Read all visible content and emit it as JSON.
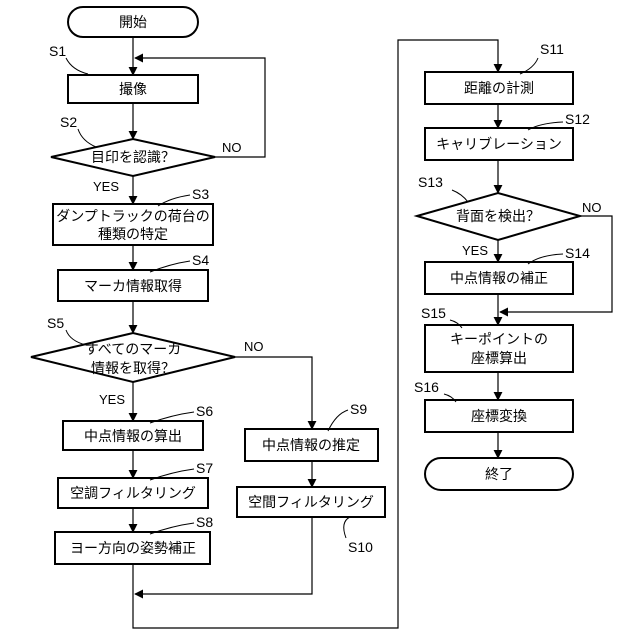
{
  "flowchart": {
    "start": "開始",
    "s1": "撮像",
    "s2": "目印を認識？",
    "s3_line1": "ダンプトラックの荷台の",
    "s3_line2": "種類の特定",
    "s4": "マーカ情報取得",
    "s5_line1": "すべてのマーカ",
    "s5_line2": "情報を取得？",
    "s6": "中点情報の算出",
    "s7": "空調フィルタリング",
    "s8": "ヨー方向の姿勢補正",
    "s9": "中点情報の推定",
    "s10": "空間フィルタリング",
    "s11": "距離の計測",
    "s12": "キャリブレーション",
    "s13": "背面を検出？",
    "s14": "中点情報の補正",
    "s15_line1": "キーポイントの",
    "s15_line2": "座標算出",
    "s16": "座標変換",
    "end": "終了"
  },
  "step_labels": {
    "s1": "S1",
    "s2": "S2",
    "s3": "S3",
    "s4": "S4",
    "s5": "S5",
    "s6": "S6",
    "s7": "S7",
    "s8": "S8",
    "s9": "S9",
    "s10": "S10",
    "s11": "S11",
    "s12": "S12",
    "s13": "S13",
    "s14": "S14",
    "s15": "S15",
    "s16": "S16"
  },
  "branch_labels": {
    "s2_yes": "YES",
    "s2_no": "NO",
    "s5_yes": "YES",
    "s5_no": "NO",
    "s13_yes": "YES",
    "s13_no": "NO"
  }
}
